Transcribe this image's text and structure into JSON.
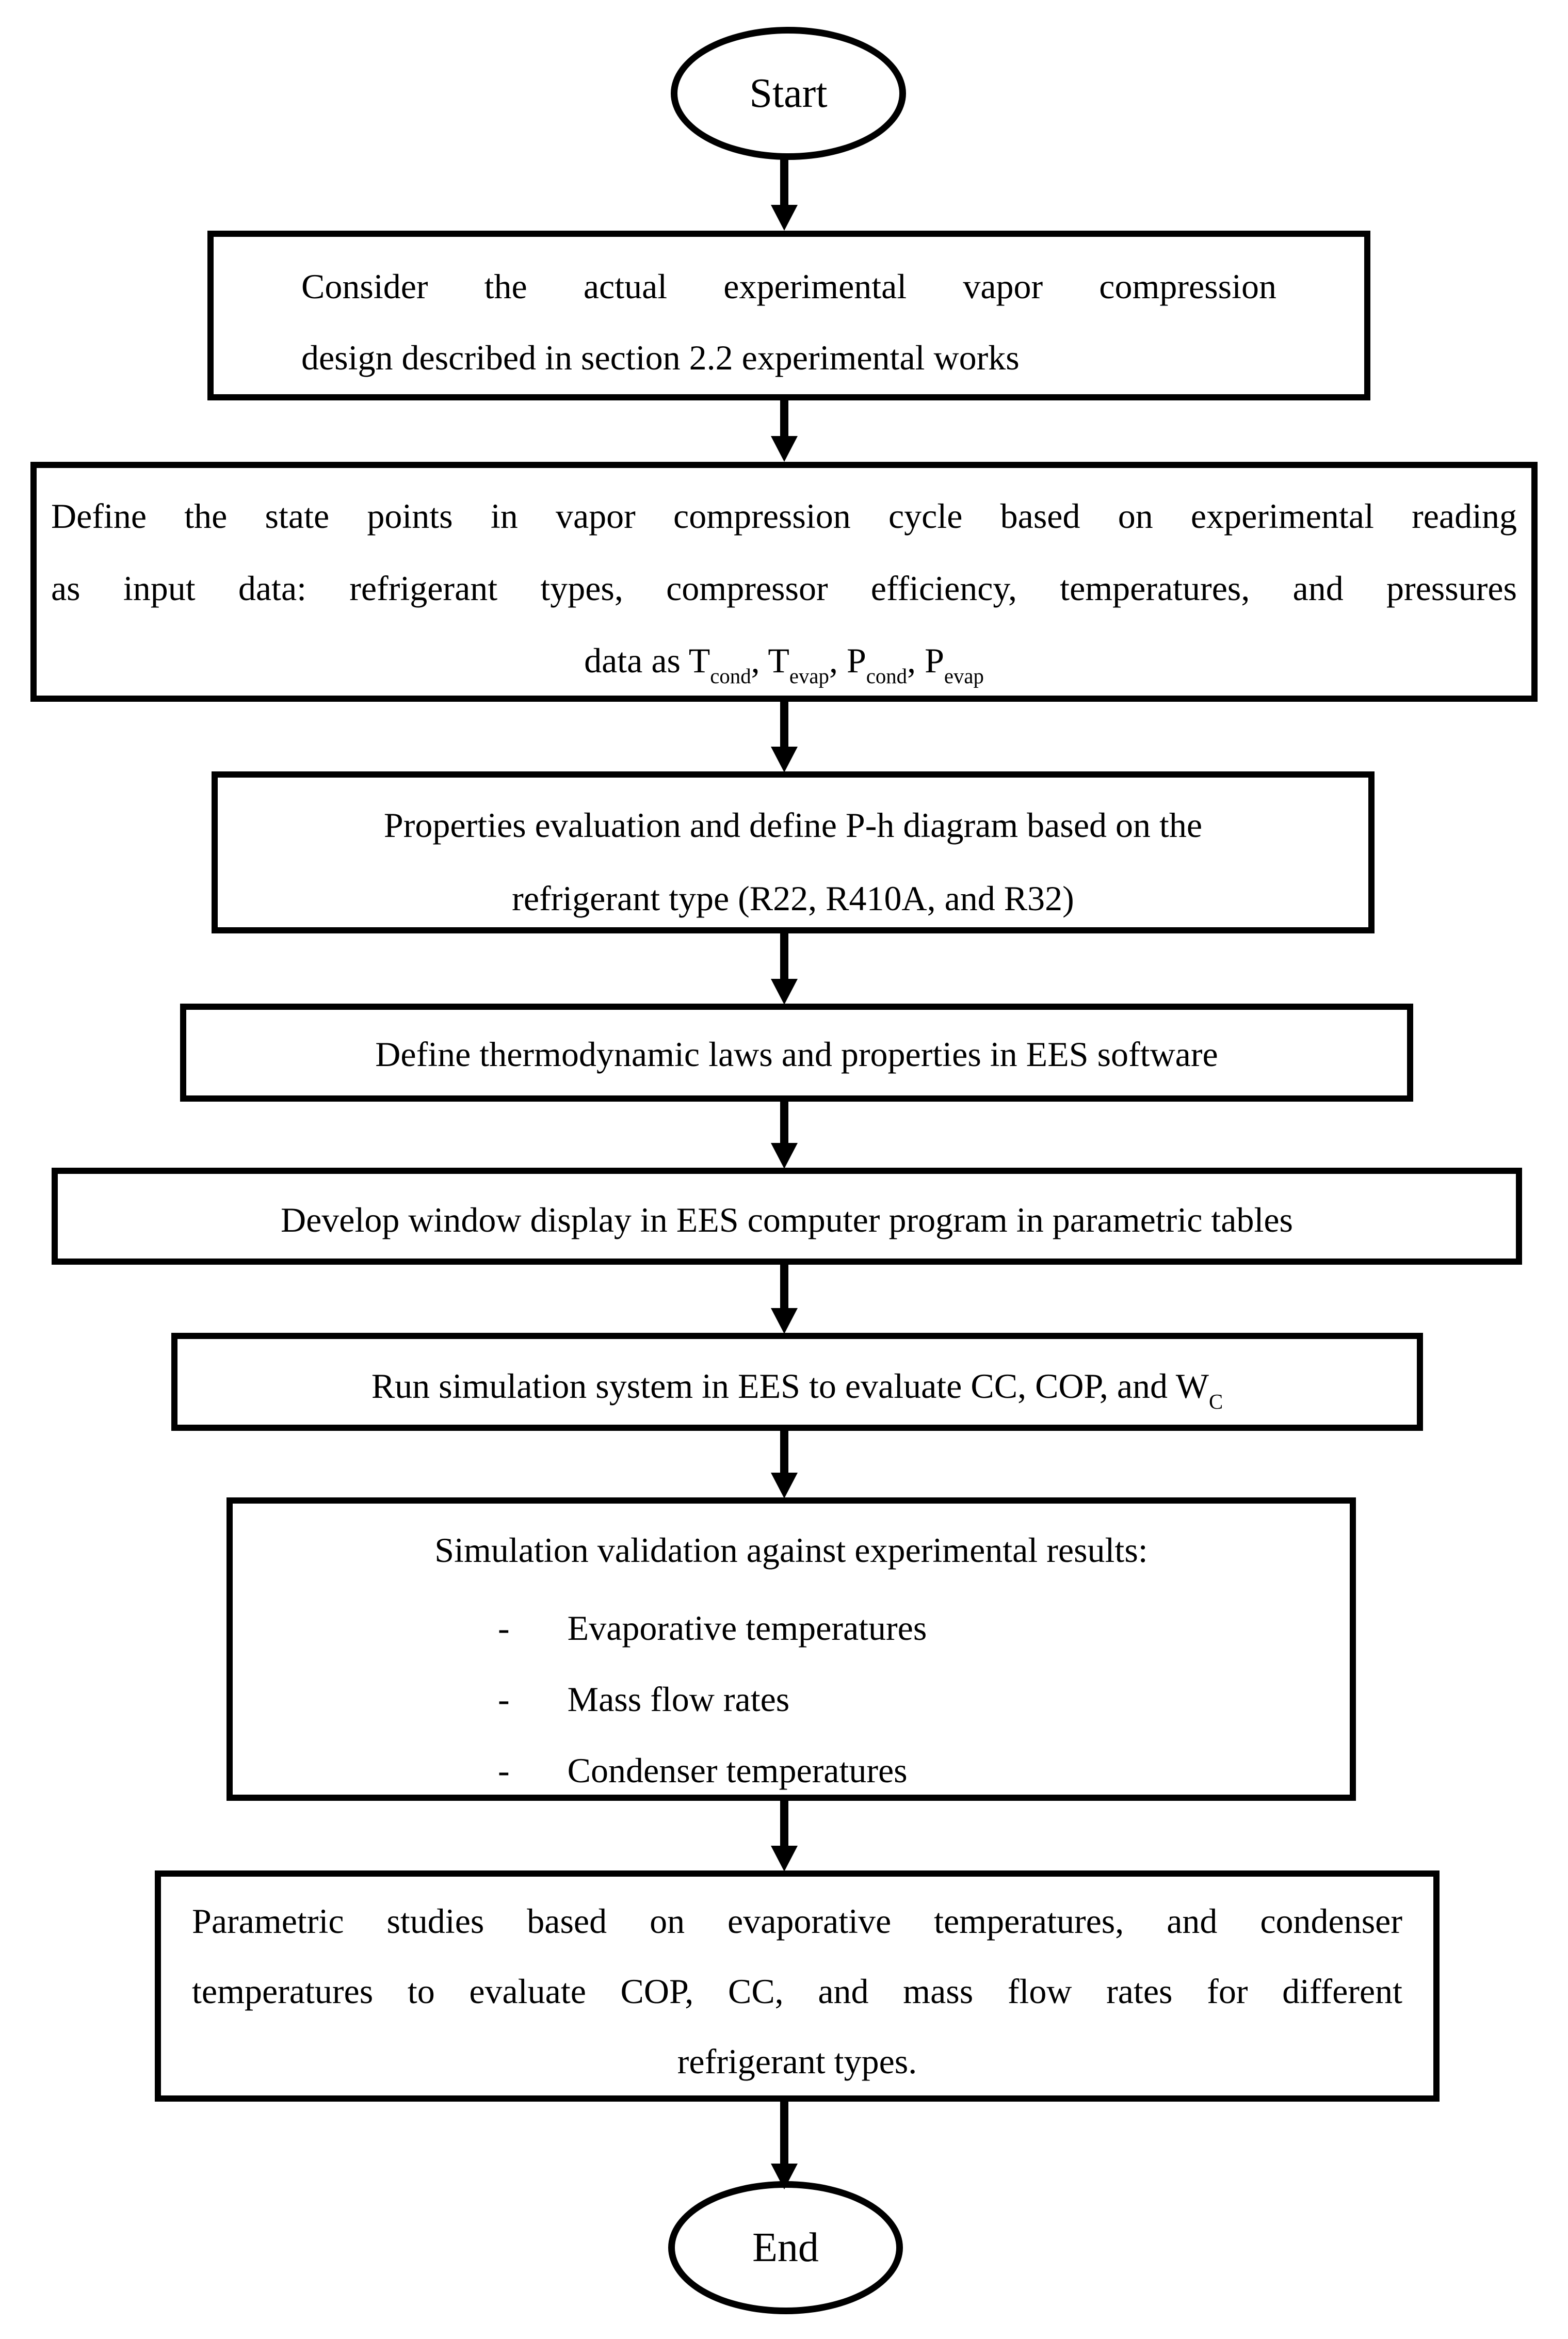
{
  "flowchart": {
    "background_color": "#ffffff",
    "ink_color": "#000000",
    "start": {
      "label": "Start"
    },
    "box1": {
      "line1": "Consider the actual experimental vapor compression",
      "line2": "design described in section 2.2 experimental works"
    },
    "box2": {
      "line1": "Define the state points in vapor compression cycle based on experimental reading",
      "line2": "as input data: refrigerant types, compressor efficiency, temperatures, and pressures",
      "line3": [
        {
          "t": "data as T"
        },
        {
          "s": "cond"
        },
        {
          "t": ", T"
        },
        {
          "s": "evap"
        },
        {
          "t": ", P"
        },
        {
          "s": "cond"
        },
        {
          "t": ", P"
        },
        {
          "s": "evap"
        }
      ]
    },
    "box3": {
      "line1": "Properties evaluation and define P-h diagram based on the",
      "line2": "refrigerant type (R22, R410A, and R32)"
    },
    "box4": {
      "text": "Define thermodynamic laws and properties in EES software"
    },
    "box5": {
      "text": "Develop window display in EES computer program in parametric tables"
    },
    "box6": {
      "segments": [
        {
          "t": "Run simulation system in EES to evaluate CC, COP, and W"
        },
        {
          "s": "C"
        }
      ]
    },
    "box7": {
      "header": "Simulation validation against experimental results:",
      "bullet": "-",
      "items": [
        "Evaporative temperatures",
        "Mass flow rates",
        "Condenser temperatures"
      ]
    },
    "box8": {
      "line1": "Parametric studies based on evaporative temperatures, and condenser",
      "line2": "temperatures to evaluate COP, CC, and mass flow rates for different",
      "line3": "refrigerant types."
    },
    "end": {
      "label": "End"
    }
  }
}
